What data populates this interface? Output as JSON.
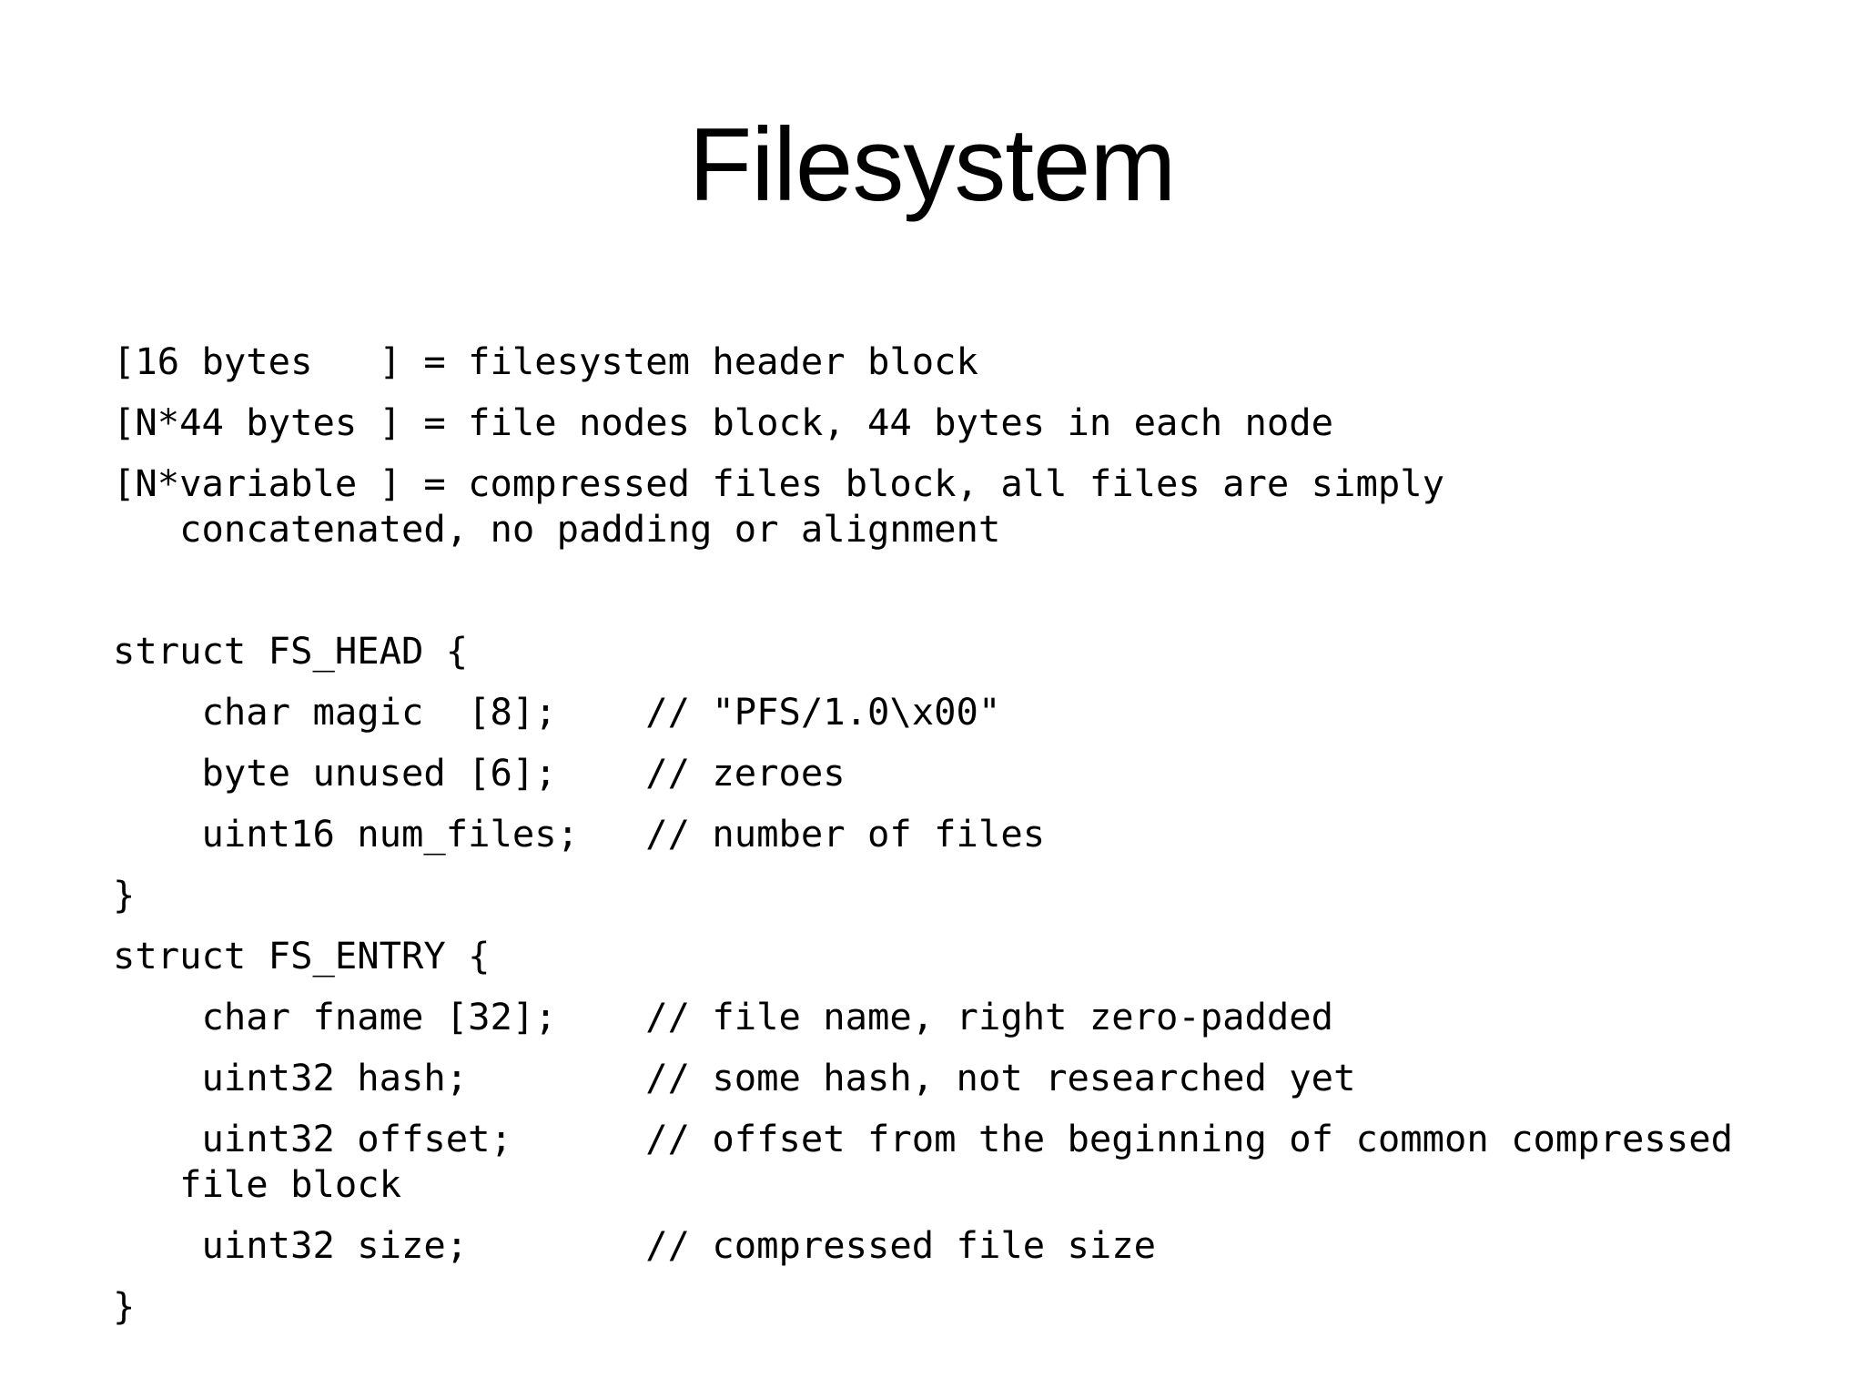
{
  "slide": {
    "background_color": "#ffffff",
    "text_color": "#000000",
    "title": "Filesystem",
    "code": {
      "lines": [
        {
          "type": "para",
          "text": "[16 bytes   ] = filesystem header block"
        },
        {
          "type": "para",
          "text": "[N*44 bytes ] = file nodes block, 44 bytes in each node"
        },
        {
          "type": "para",
          "text": "[N*variable ] = compressed files block, all files are simply"
        },
        {
          "type": "wrap",
          "text": "   concatenated, no padding or alignment"
        },
        {
          "type": "blank",
          "text": ""
        },
        {
          "type": "para",
          "text": "struct FS_HEAD {"
        },
        {
          "type": "para",
          "text": "    char magic  [8];    // \"PFS/1.0\\x00\""
        },
        {
          "type": "para",
          "text": "    byte unused [6];    // zeroes"
        },
        {
          "type": "para",
          "text": "    uint16 num_files;   // number of files"
        },
        {
          "type": "para",
          "text": "}"
        },
        {
          "type": "para",
          "text": "struct FS_ENTRY {"
        },
        {
          "type": "para",
          "text": "    char fname [32];    // file name, right zero-padded"
        },
        {
          "type": "para",
          "text": "    uint32 hash;        // some hash, not researched yet"
        },
        {
          "type": "para",
          "text": "    uint32 offset;      // offset from the beginning of common compressed"
        },
        {
          "type": "wrap",
          "text": "   file block"
        },
        {
          "type": "para",
          "text": "    uint32 size;        // compressed file size"
        },
        {
          "type": "para",
          "text": "}"
        }
      ]
    }
  }
}
